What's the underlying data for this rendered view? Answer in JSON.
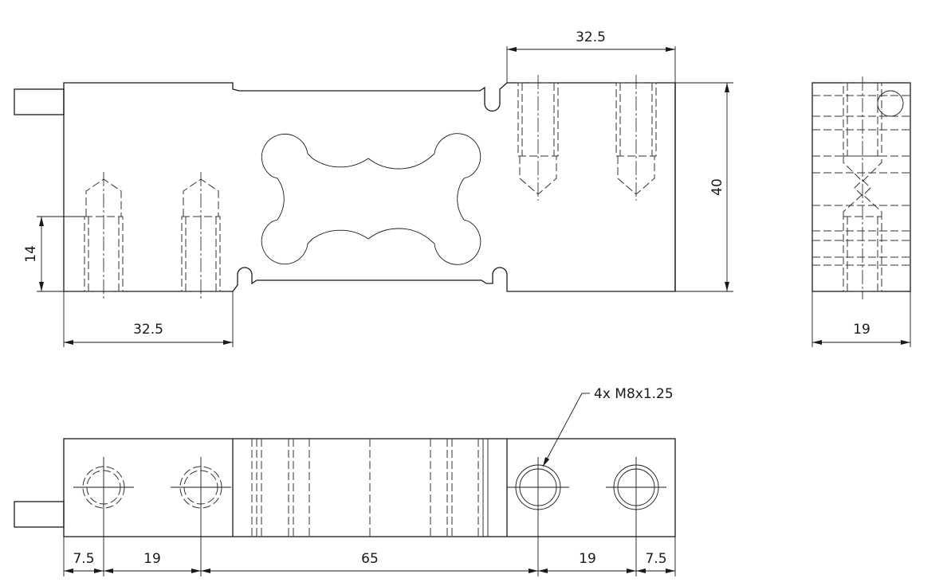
{
  "dimensions": {
    "top_width_holes": "32.5",
    "height_overall": "40",
    "thread_depth": "14",
    "bottom_width_holes": "32.5",
    "side_width": "19",
    "bottom_offset_left": "7.5",
    "bottom_spacing_left": "19",
    "bottom_center_span": "65",
    "bottom_spacing_right": "19",
    "bottom_offset_right": "7.5"
  },
  "callouts": {
    "thread_spec": "4x M8x1.25"
  }
}
